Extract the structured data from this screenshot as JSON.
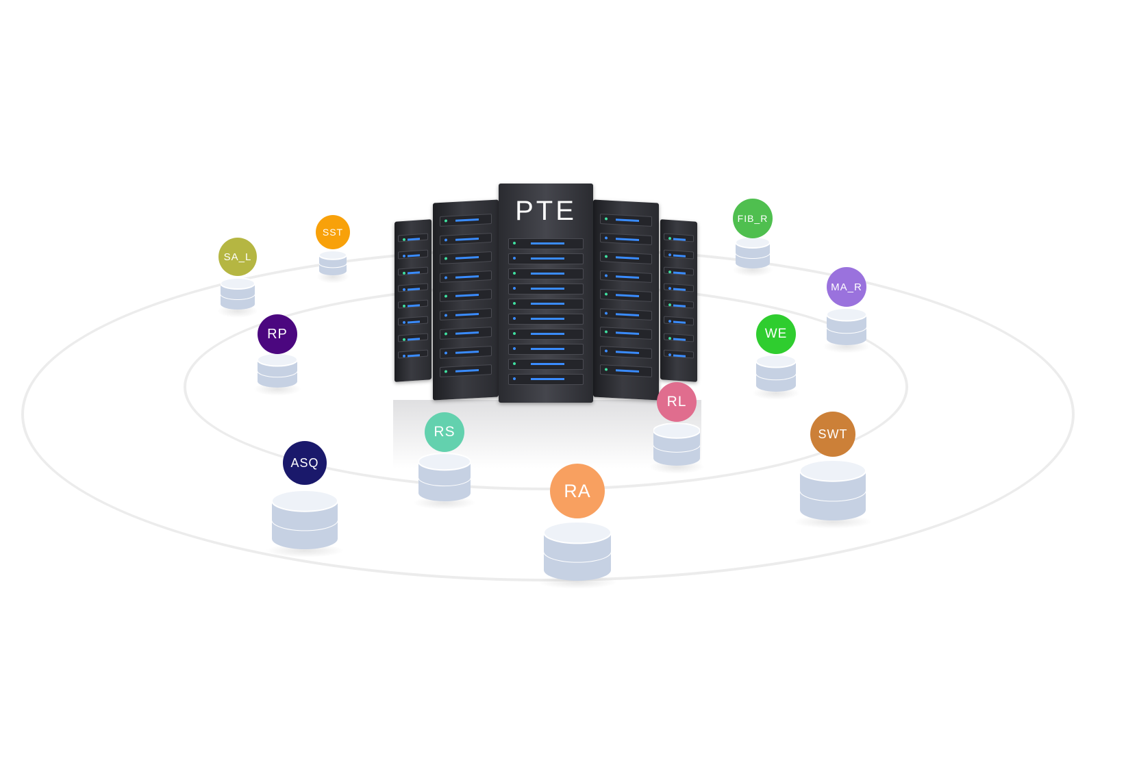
{
  "server": {
    "label": "PTE"
  },
  "colors": {
    "orbit": "#ececec",
    "rack_dark": "#2a2b30",
    "led_green": "#3fe0a0",
    "led_blue": "#3a8cff",
    "db_top": "#eef2f8",
    "db_side": "#c6d1e3"
  },
  "nodes": [
    {
      "id": "sa_l",
      "label": "SA_L",
      "color": "#b5b642"
    },
    {
      "id": "sst",
      "label": "SST",
      "color": "#f8a10a"
    },
    {
      "id": "rp",
      "label": "RP",
      "color": "#4b077f"
    },
    {
      "id": "asq",
      "label": "ASQ",
      "color": "#1a196b"
    },
    {
      "id": "rs",
      "label": "RS",
      "color": "#63d1ae"
    },
    {
      "id": "ra",
      "label": "RA",
      "color": "#f8a060"
    },
    {
      "id": "rl",
      "label": "RL",
      "color": "#e06d8e"
    },
    {
      "id": "swt",
      "label": "SWT",
      "color": "#cc8038"
    },
    {
      "id": "we",
      "label": "WE",
      "color": "#2fcd2f"
    },
    {
      "id": "ma_r",
      "label": "MA_R",
      "color": "#9a72dd"
    },
    {
      "id": "fib_r",
      "label": "FIB_R",
      "color": "#4fbf4f"
    }
  ]
}
